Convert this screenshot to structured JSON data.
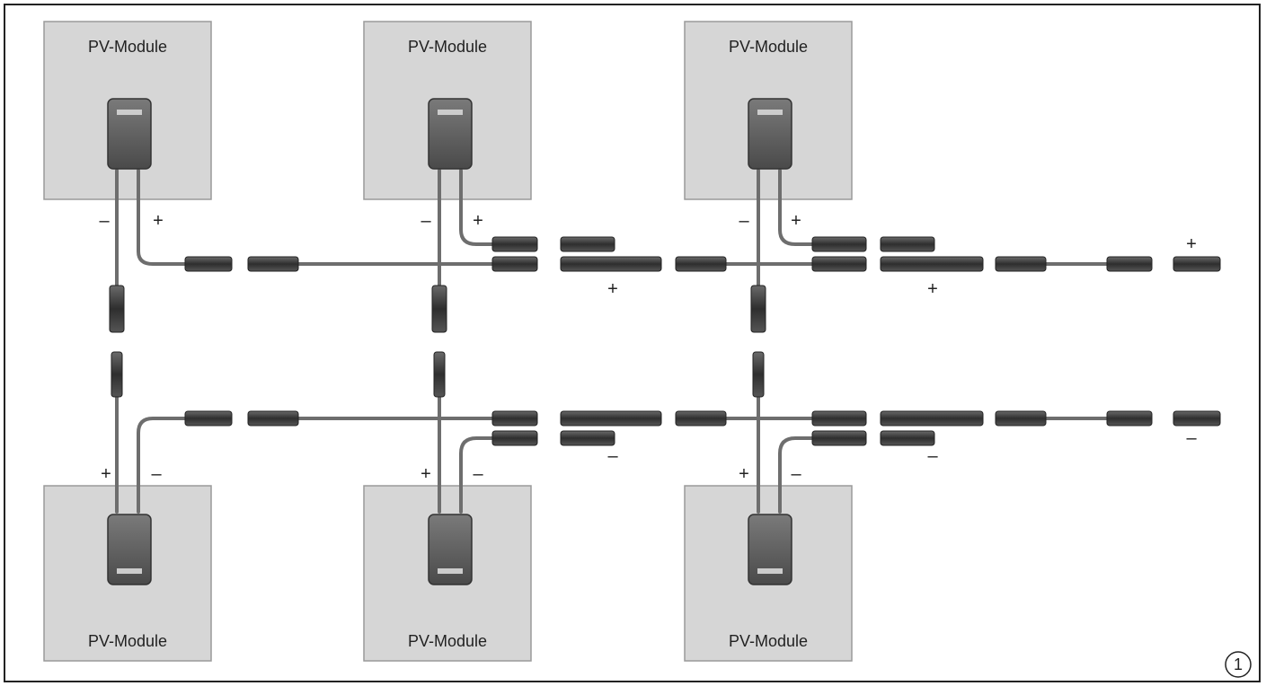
{
  "modules": [
    {
      "label": "PV-Module",
      "neg": "–",
      "pos": "+"
    },
    {
      "label": "PV-Module",
      "neg": "–",
      "pos": "+"
    },
    {
      "label": "PV-Module",
      "neg": "–",
      "pos": "+"
    },
    {
      "label": "PV-Module",
      "neg": "–",
      "pos": "+"
    },
    {
      "label": "PV-Module",
      "neg": "–",
      "pos": "+"
    },
    {
      "label": "PV-Module",
      "neg": "–",
      "pos": "+"
    }
  ],
  "branch_signs": {
    "top_1": "+",
    "top_2": "+",
    "bottom_1": "–",
    "bottom_2": "–"
  },
  "terminals": {
    "top": "+",
    "bottom": "–"
  },
  "figure_number": "1",
  "colors": {
    "module_fill": "#d6d6d6",
    "module_stroke": "#9a9a9a",
    "cable": "#6e6e6e",
    "connector": "#3a3a3a",
    "junction_box": "#5a5a5a"
  }
}
